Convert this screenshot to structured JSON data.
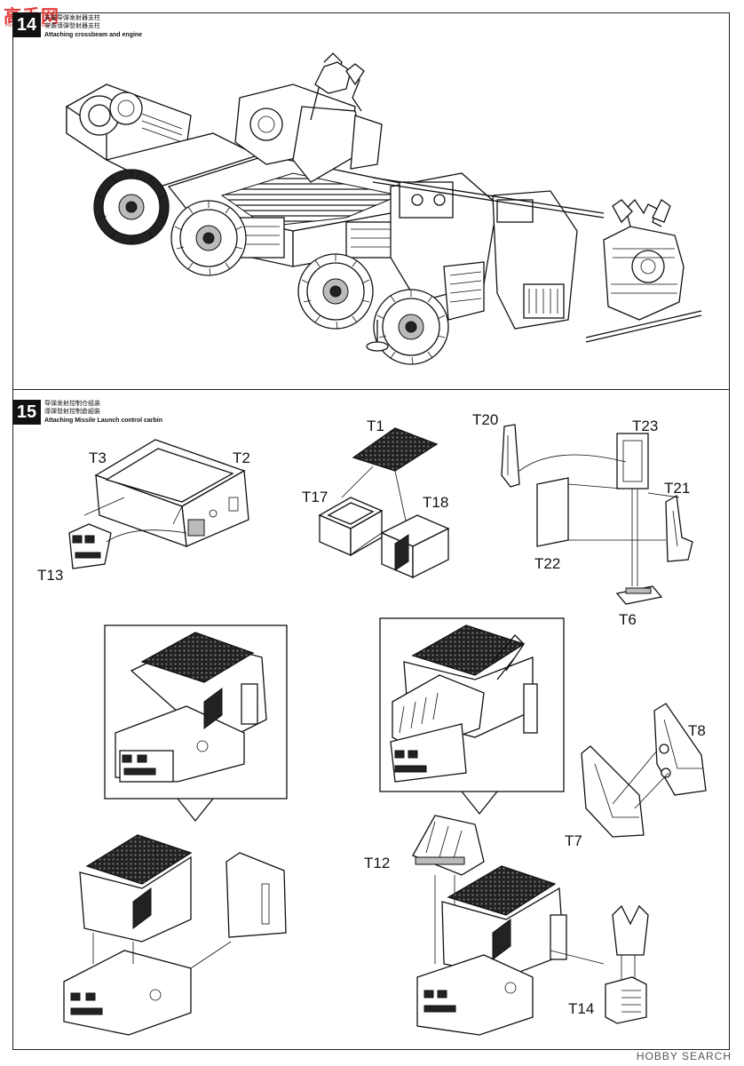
{
  "header": {
    "logo_text": "高手网",
    "logo_sub": "RED HOBBY.COM"
  },
  "step14": {
    "number": "14",
    "caption_cn1": "安装导弹发射器支柱",
    "caption_cn2": "安裝導彈發射器支柱",
    "caption_en": "Attaching crossbeam and engine"
  },
  "step15": {
    "number": "15",
    "caption_cn1": "导弹发射控制仓组装",
    "caption_cn2": "導彈發射控制倉組裝",
    "caption_en": "Attaching Missile Launch control carbin"
  },
  "parts": {
    "T1": "T1",
    "T2": "T2",
    "T3": "T3",
    "T6": "T6",
    "T7": "T7",
    "T8": "T8",
    "T12": "T12",
    "T13": "T13",
    "T14": "T14",
    "T17": "T17",
    "T18": "T18",
    "T20": "T20",
    "T21": "T21",
    "T22": "T22",
    "T23": "T23"
  },
  "watermark": "HOBBY SEARCH"
}
